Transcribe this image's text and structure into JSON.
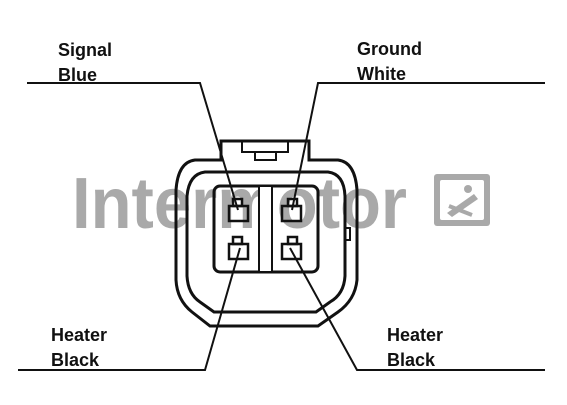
{
  "labels": {
    "top_left": {
      "line1": "Signal",
      "line2": "Blue"
    },
    "top_right": {
      "line1": "Ground",
      "line2": "White"
    },
    "bottom_left": {
      "line1": "Heater",
      "line2": "Black"
    },
    "bottom_right": {
      "line1": "Heater",
      "line2": "Black"
    }
  },
  "watermark": {
    "text": "Intermotor",
    "logo_icon": "intermotor-logo-icon"
  },
  "colors": {
    "ink": "#111111",
    "watermark": "#a9a9a9"
  }
}
